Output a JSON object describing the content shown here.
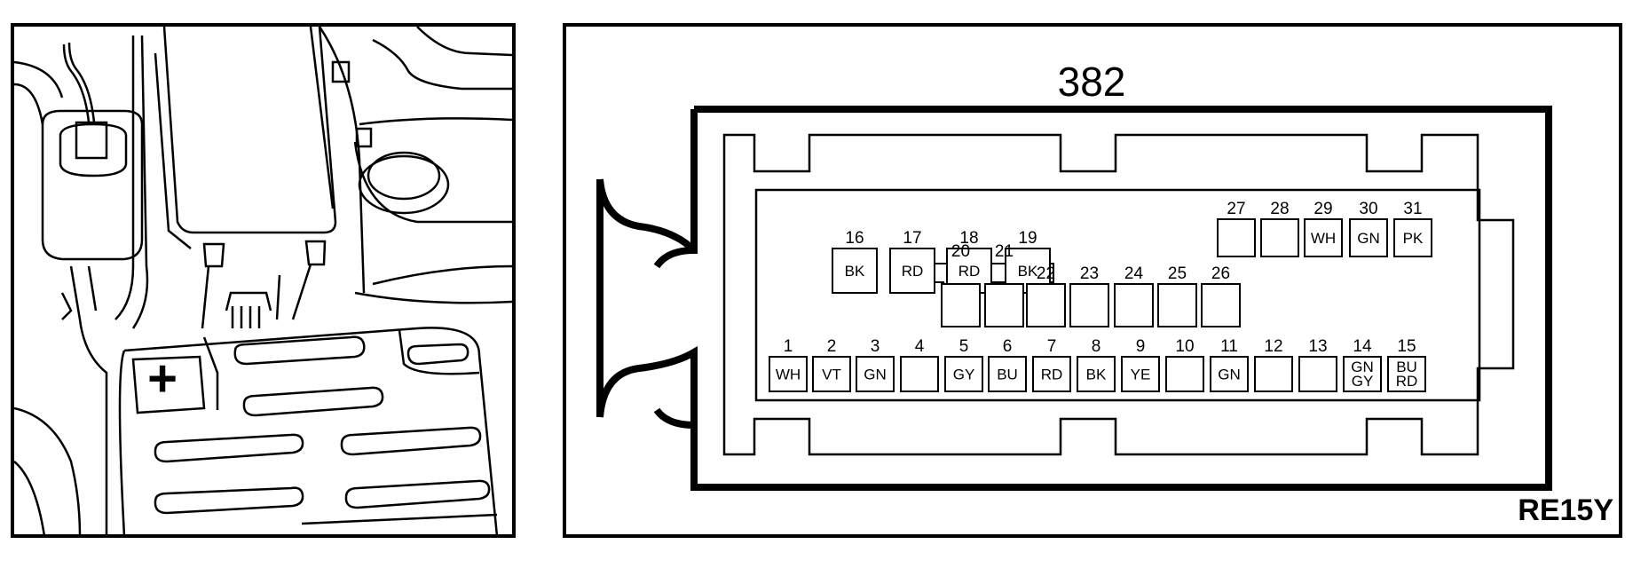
{
  "connector": {
    "number": "382",
    "figure_code": "RE15Y",
    "terminal_label": "+",
    "colors": {
      "line": "#000000",
      "background": "#ffffff"
    },
    "pins": [
      {
        "n": "1",
        "color": "WH"
      },
      {
        "n": "2",
        "color": "VT"
      },
      {
        "n": "3",
        "color": "GN"
      },
      {
        "n": "4",
        "color": ""
      },
      {
        "n": "5",
        "color": "GY"
      },
      {
        "n": "6",
        "color": "BU"
      },
      {
        "n": "7",
        "color": "RD"
      },
      {
        "n": "8",
        "color": "BK"
      },
      {
        "n": "9",
        "color": "YE"
      },
      {
        "n": "10",
        "color": ""
      },
      {
        "n": "11",
        "color": "GN"
      },
      {
        "n": "12",
        "color": ""
      },
      {
        "n": "13",
        "color": ""
      },
      {
        "n": "14",
        "color": "GN GY"
      },
      {
        "n": "15",
        "color": "BU RD"
      },
      {
        "n": "16",
        "color": "BK"
      },
      {
        "n": "17",
        "color": "RD"
      },
      {
        "n": "18",
        "color": "RD"
      },
      {
        "n": "19",
        "color": "BK"
      },
      {
        "n": "20",
        "color": ""
      },
      {
        "n": "21",
        "color": ""
      },
      {
        "n": "22",
        "color": ""
      },
      {
        "n": "23",
        "color": ""
      },
      {
        "n": "24",
        "color": ""
      },
      {
        "n": "25",
        "color": ""
      },
      {
        "n": "26",
        "color": ""
      },
      {
        "n": "27",
        "color": ""
      },
      {
        "n": "28",
        "color": ""
      },
      {
        "n": "29",
        "color": "WH"
      },
      {
        "n": "30",
        "color": "GN"
      },
      {
        "n": "31",
        "color": "PK"
      }
    ]
  }
}
